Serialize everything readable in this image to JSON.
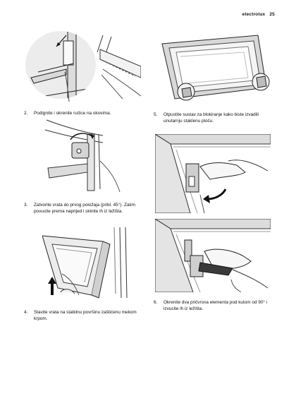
{
  "header": {
    "brand": "electrolux",
    "page_number": "25"
  },
  "steps": [
    {
      "number": "2.",
      "text": "Podignite i okrenite ručice na okovima."
    },
    {
      "number": "3.",
      "text": "Zatvorite vrata do prvog položaja (pribl. 45°). Zatim povucite prema naprijed i skinite ih iz ležišta."
    },
    {
      "number": "4.",
      "text": "Stavite vrata na stabilnu površinu zaštićenu mekom krpom."
    },
    {
      "number": "5.",
      "text": "Otpustite sustav za blokiranje kako biste izvadili unutarnju staklenu ploču."
    },
    {
      "number": "6.",
      "text": "Okrenite dva pričvrsna elementa pod kutom od 90° i izvucite ih iz ležišta."
    }
  ]
}
